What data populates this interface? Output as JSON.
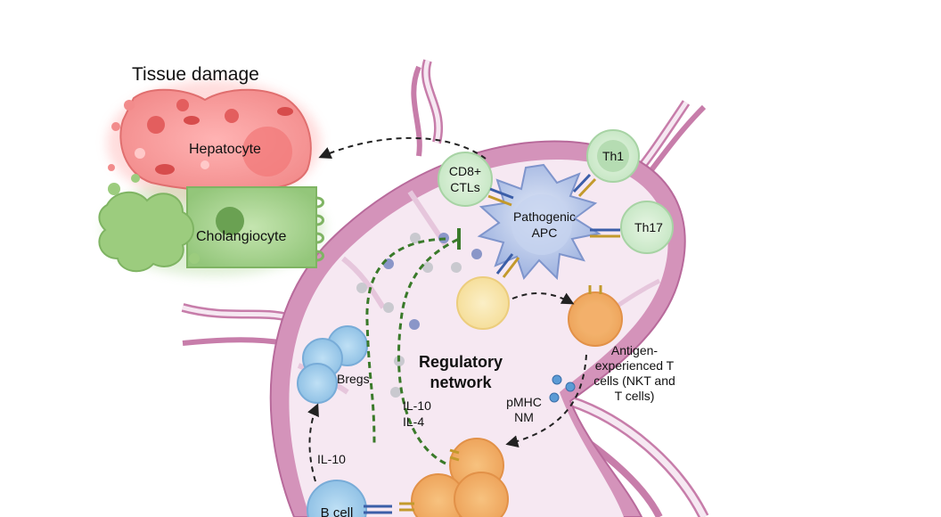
{
  "labels": {
    "tissue_damage": "Tissue damage",
    "hepatocyte": "Hepatocyte",
    "cholangiocyte": "Cholangiocyte",
    "cd8_line1": "CD8+",
    "cd8_line2": "CTLs",
    "th1": "Th1",
    "th17": "Th17",
    "apc_line1": "Pathogenic",
    "apc_line2": "APC",
    "antigen_line1": "Antigen-",
    "antigen_line2": "experienced T",
    "antigen_line3": "cells (NKT and",
    "antigen_line4": "T cells)",
    "regulatory_line1": "Regulatory",
    "regulatory_line2": "network",
    "bregs": "Bregs",
    "il10_il4_line1": "IL-10",
    "il10_il4_line2": "IL-4",
    "pmhc_line1": "pMHC",
    "pmhc_line2": "NM",
    "il10_left": "IL-10",
    "bcell": "B cell"
  },
  "colors": {
    "lymph_node_wall": "#c77daa",
    "lymph_node_fill": "#f6e8f2",
    "hepatocyte": "#f08a8a",
    "cholangiocyte": "#9ccc7e",
    "apc": "#aebfe6",
    "th_cells": "#cfe8cf",
    "regulatory_dash": "#3a7a2a",
    "antigen_cell": "#f2b070",
    "breg": "#9fc9ea",
    "naive_cell": "#f7e4a8"
  }
}
